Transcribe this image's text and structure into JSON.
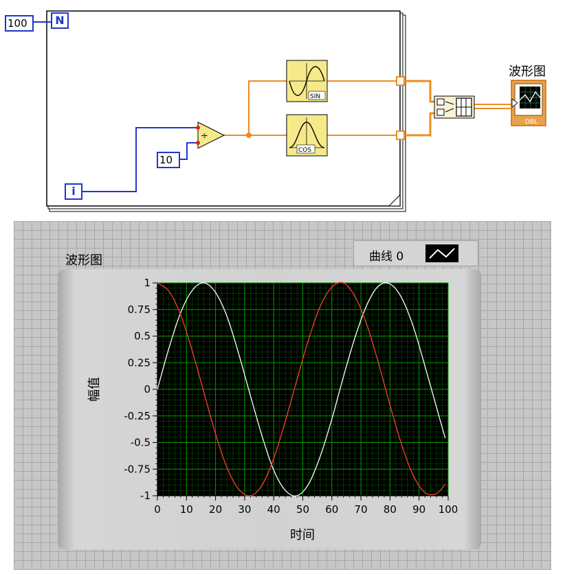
{
  "block_diagram": {
    "count_constant": "100",
    "count_terminal": "N",
    "iteration_terminal": "i",
    "divisor_constant": "10",
    "divide_node": "÷",
    "sin_label": "SIN",
    "cos_label": "COS",
    "waveform_terminal_label": "波形图",
    "waveform_terminal_type": "DBL",
    "icons": [
      "divide-icon",
      "sine-icon",
      "cosine-icon",
      "build-array-icon",
      "waveform-graph-icon"
    ]
  },
  "front_panel": {
    "graph_title": "波形图",
    "legend": {
      "plot_name": "曲线 0"
    },
    "colors": {
      "plot_bg": "#000000",
      "grid": "#00a000",
      "sin": "#ffffff",
      "cos": "#ff3b2f",
      "wire": "#f08c1e"
    }
  },
  "chart_data": {
    "type": "line",
    "xlabel": "时间",
    "ylabel": "幅值",
    "xlim": [
      0,
      100
    ],
    "ylim": [
      -1,
      1
    ],
    "x_ticks": [
      "0",
      "10",
      "20",
      "30",
      "40",
      "50",
      "60",
      "70",
      "80",
      "90",
      "100"
    ],
    "y_ticks": [
      "1",
      "0.75",
      "0.5",
      "0.25",
      "0",
      "-0.25",
      "-0.5",
      "-0.75",
      "-1"
    ],
    "grid": true,
    "series": [
      {
        "color": "#ffffff",
        "x": [
          0,
          4,
          8,
          12,
          16,
          20,
          24,
          28,
          32,
          36,
          40,
          44,
          48,
          52,
          56,
          60,
          64,
          68,
          72,
          76,
          80,
          84,
          88,
          92,
          96,
          99
        ],
        "values": [
          0,
          0.39,
          0.72,
          0.93,
          1.0,
          0.91,
          0.68,
          0.33,
          -0.06,
          -0.44,
          -0.76,
          -0.95,
          -1.0,
          -0.89,
          -0.63,
          -0.28,
          0.12,
          0.49,
          0.79,
          0.97,
          0.99,
          0.86,
          0.59,
          0.22,
          -0.17,
          -0.46
        ]
      },
      {
        "color": "#ff3b2f",
        "x": [
          0,
          4,
          8,
          12,
          16,
          20,
          24,
          28,
          32,
          36,
          40,
          44,
          48,
          52,
          56,
          60,
          64,
          68,
          72,
          76,
          80,
          84,
          88,
          92,
          96,
          99
        ],
        "values": [
          1.0,
          0.92,
          0.7,
          0.36,
          -0.03,
          -0.42,
          -0.74,
          -0.94,
          -1.0,
          -0.9,
          -0.65,
          -0.3,
          0.09,
          0.47,
          0.78,
          0.96,
          1.0,
          0.87,
          0.61,
          0.25,
          -0.15,
          -0.52,
          -0.81,
          -0.97,
          -0.98,
          -0.89
        ]
      }
    ]
  }
}
